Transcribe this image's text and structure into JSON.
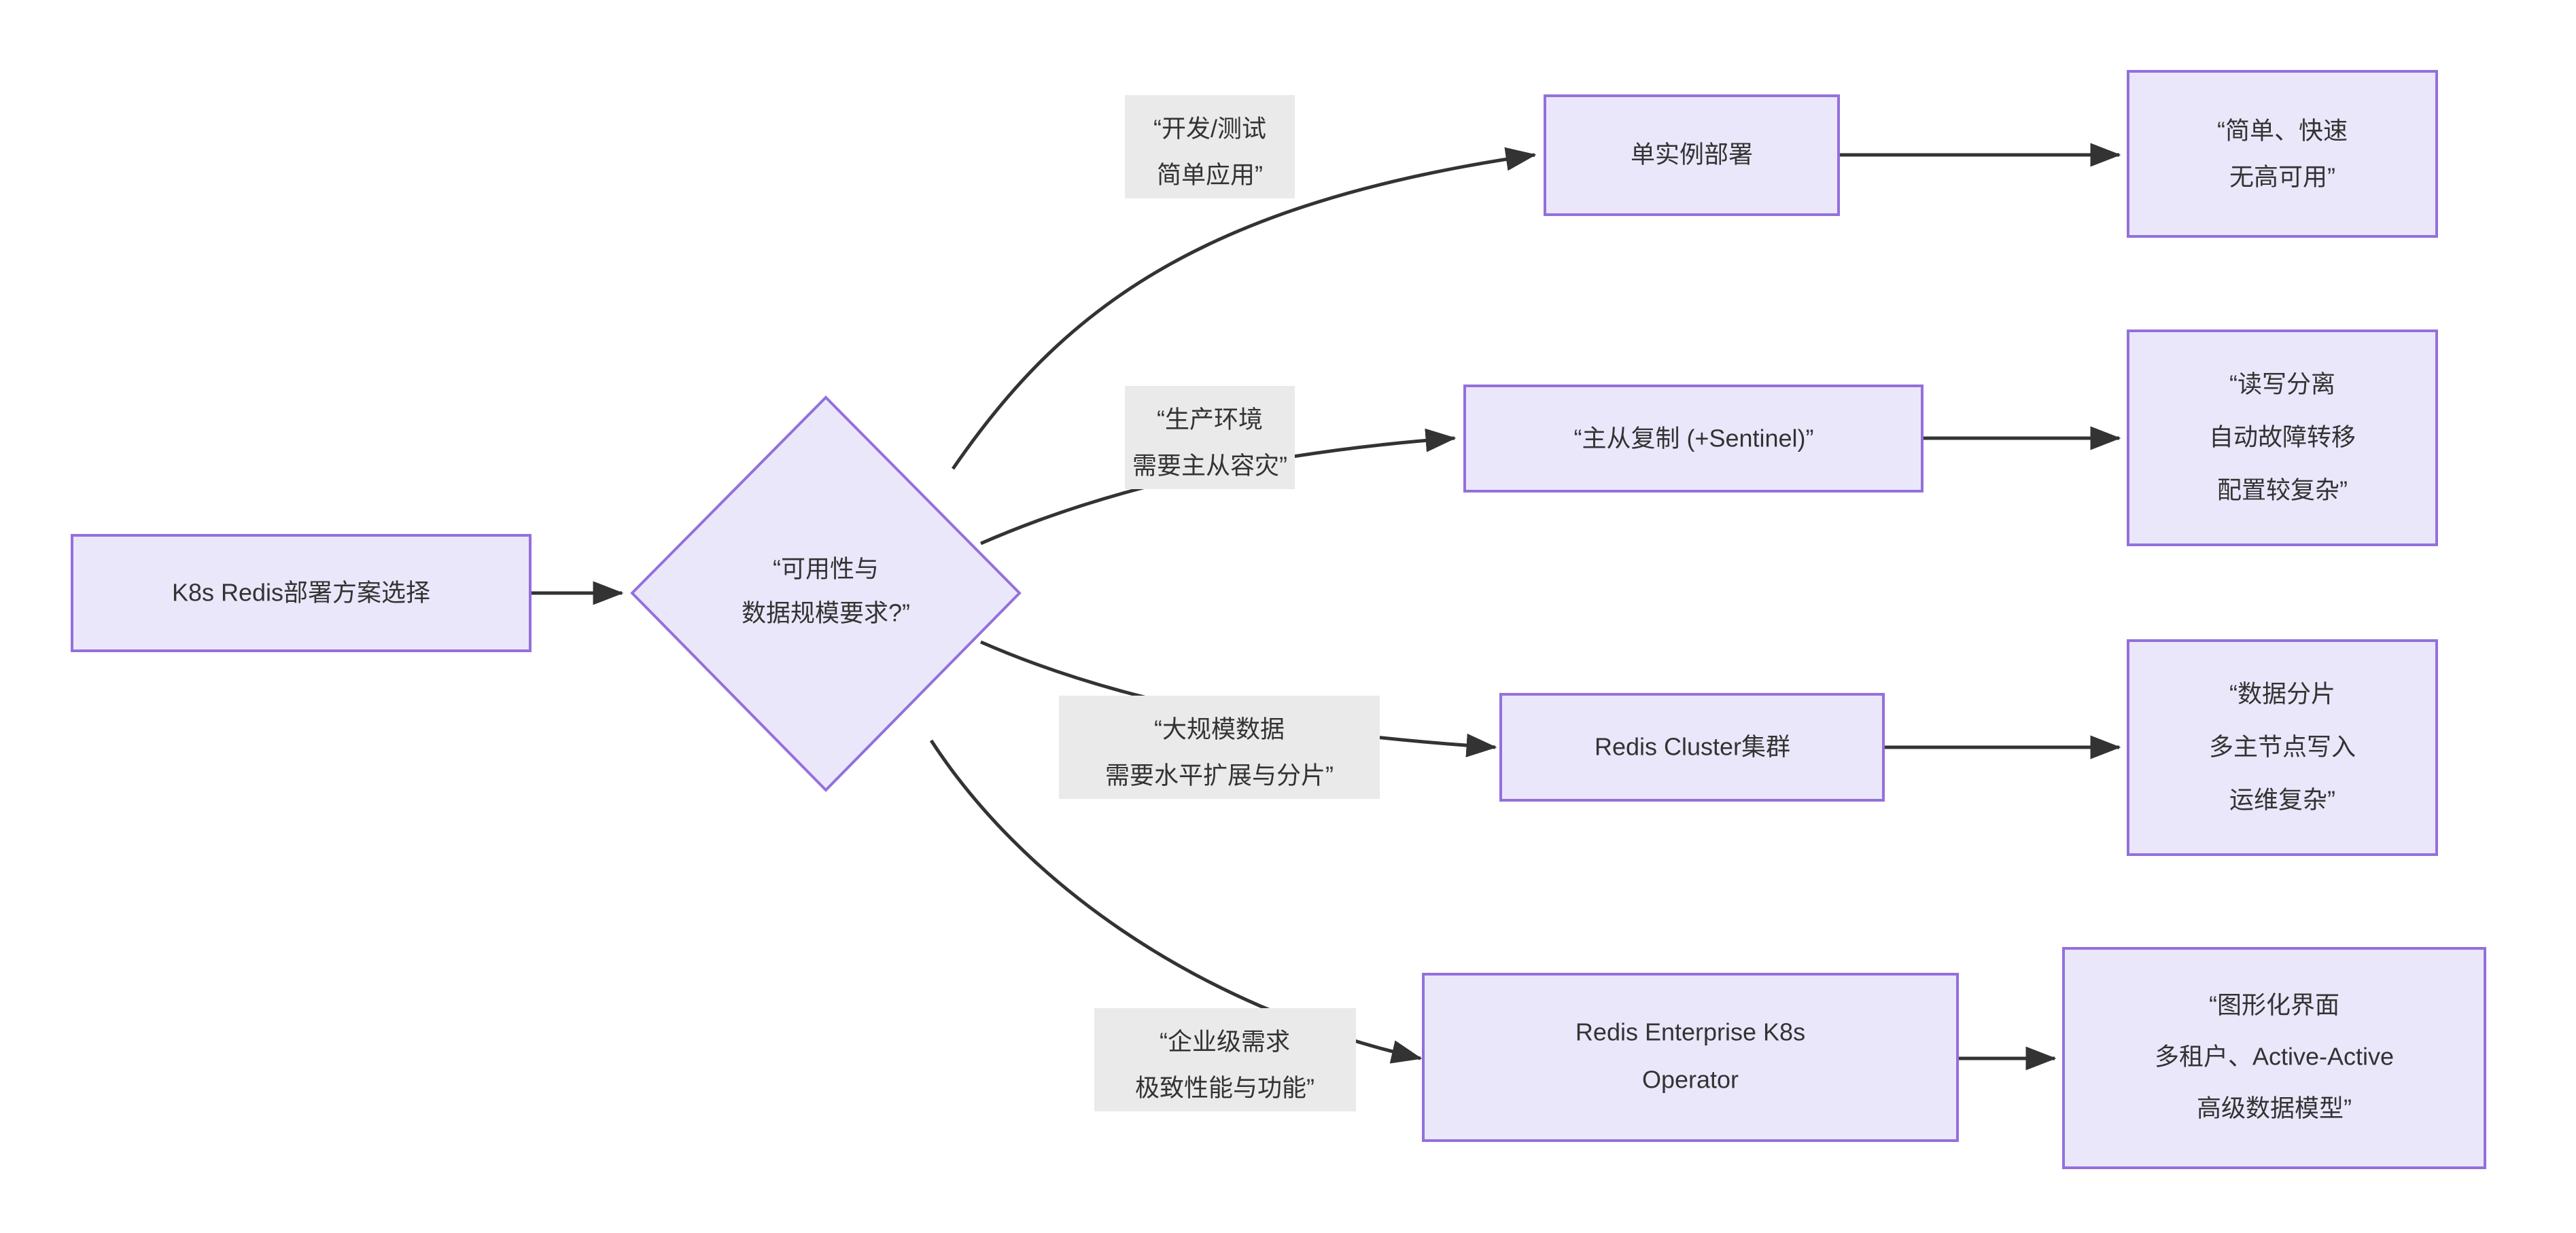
{
  "diagram": {
    "type": "decision-flowchart",
    "direction": "left-to-right",
    "title_text": "K8s Redis部署方案选择",
    "colors": {
      "node_fill": "#eae7fb",
      "node_stroke": "#9370db",
      "edge_stroke": "#333333",
      "label_background": "#eaeaea",
      "text": "#333333",
      "canvas": "#ffffff"
    }
  },
  "nodes": {
    "start": {
      "id": "start",
      "shape": "rect",
      "text": "K8s Redis部署方案选择"
    },
    "decision": {
      "id": "decision",
      "shape": "diamond",
      "line1": "“可用性与",
      "line2": "数据规模要求?”"
    },
    "option1": {
      "id": "option1",
      "shape": "rect",
      "text": "单实例部署"
    },
    "option2": {
      "id": "option2",
      "shape": "rect",
      "text": "“主从复制 (+Sentinel)”"
    },
    "option3": {
      "id": "option3",
      "shape": "rect",
      "text": "Redis Cluster集群"
    },
    "option4": {
      "id": "option4",
      "shape": "rect",
      "line1": "Redis Enterprise K8s",
      "line2": "Operator"
    },
    "outcome1": {
      "id": "outcome1",
      "shape": "rect",
      "line1": "“简单、快速",
      "line2": "无高可用”"
    },
    "outcome2": {
      "id": "outcome2",
      "shape": "rect",
      "line1": "“读写分离",
      "line2": "自动故障转移",
      "line3": "配置较复杂”"
    },
    "outcome3": {
      "id": "outcome3",
      "shape": "rect",
      "line1": "“数据分片",
      "line2": "多主节点写入",
      "line3": "运维复杂”"
    },
    "outcome4": {
      "id": "outcome4",
      "shape": "rect",
      "line1": "“图形化界面",
      "line2": "多租户、Active-Active",
      "line3": "高级数据模型”"
    }
  },
  "edge_labels": {
    "branch1": {
      "line1": "“开发/测试",
      "line2": "简单应用”"
    },
    "branch2": {
      "line1": "“生产环境",
      "line2": "需要主从容灾”"
    },
    "branch3": {
      "line1": "“大规模数据",
      "line2": "需要水平扩展与分片”"
    },
    "branch4": {
      "line1": "“企业级需求",
      "line2": "极致性能与功能”"
    }
  },
  "edges": [
    {
      "from": "start",
      "to": "decision",
      "label": ""
    },
    {
      "from": "decision",
      "to": "option1",
      "label": "branch1"
    },
    {
      "from": "decision",
      "to": "option2",
      "label": "branch2"
    },
    {
      "from": "decision",
      "to": "option3",
      "label": "branch3"
    },
    {
      "from": "decision",
      "to": "option4",
      "label": "branch4"
    },
    {
      "from": "option1",
      "to": "outcome1",
      "label": ""
    },
    {
      "from": "option2",
      "to": "outcome2",
      "label": ""
    },
    {
      "from": "option3",
      "to": "outcome3",
      "label": ""
    },
    {
      "from": "option4",
      "to": "outcome4",
      "label": ""
    }
  ]
}
